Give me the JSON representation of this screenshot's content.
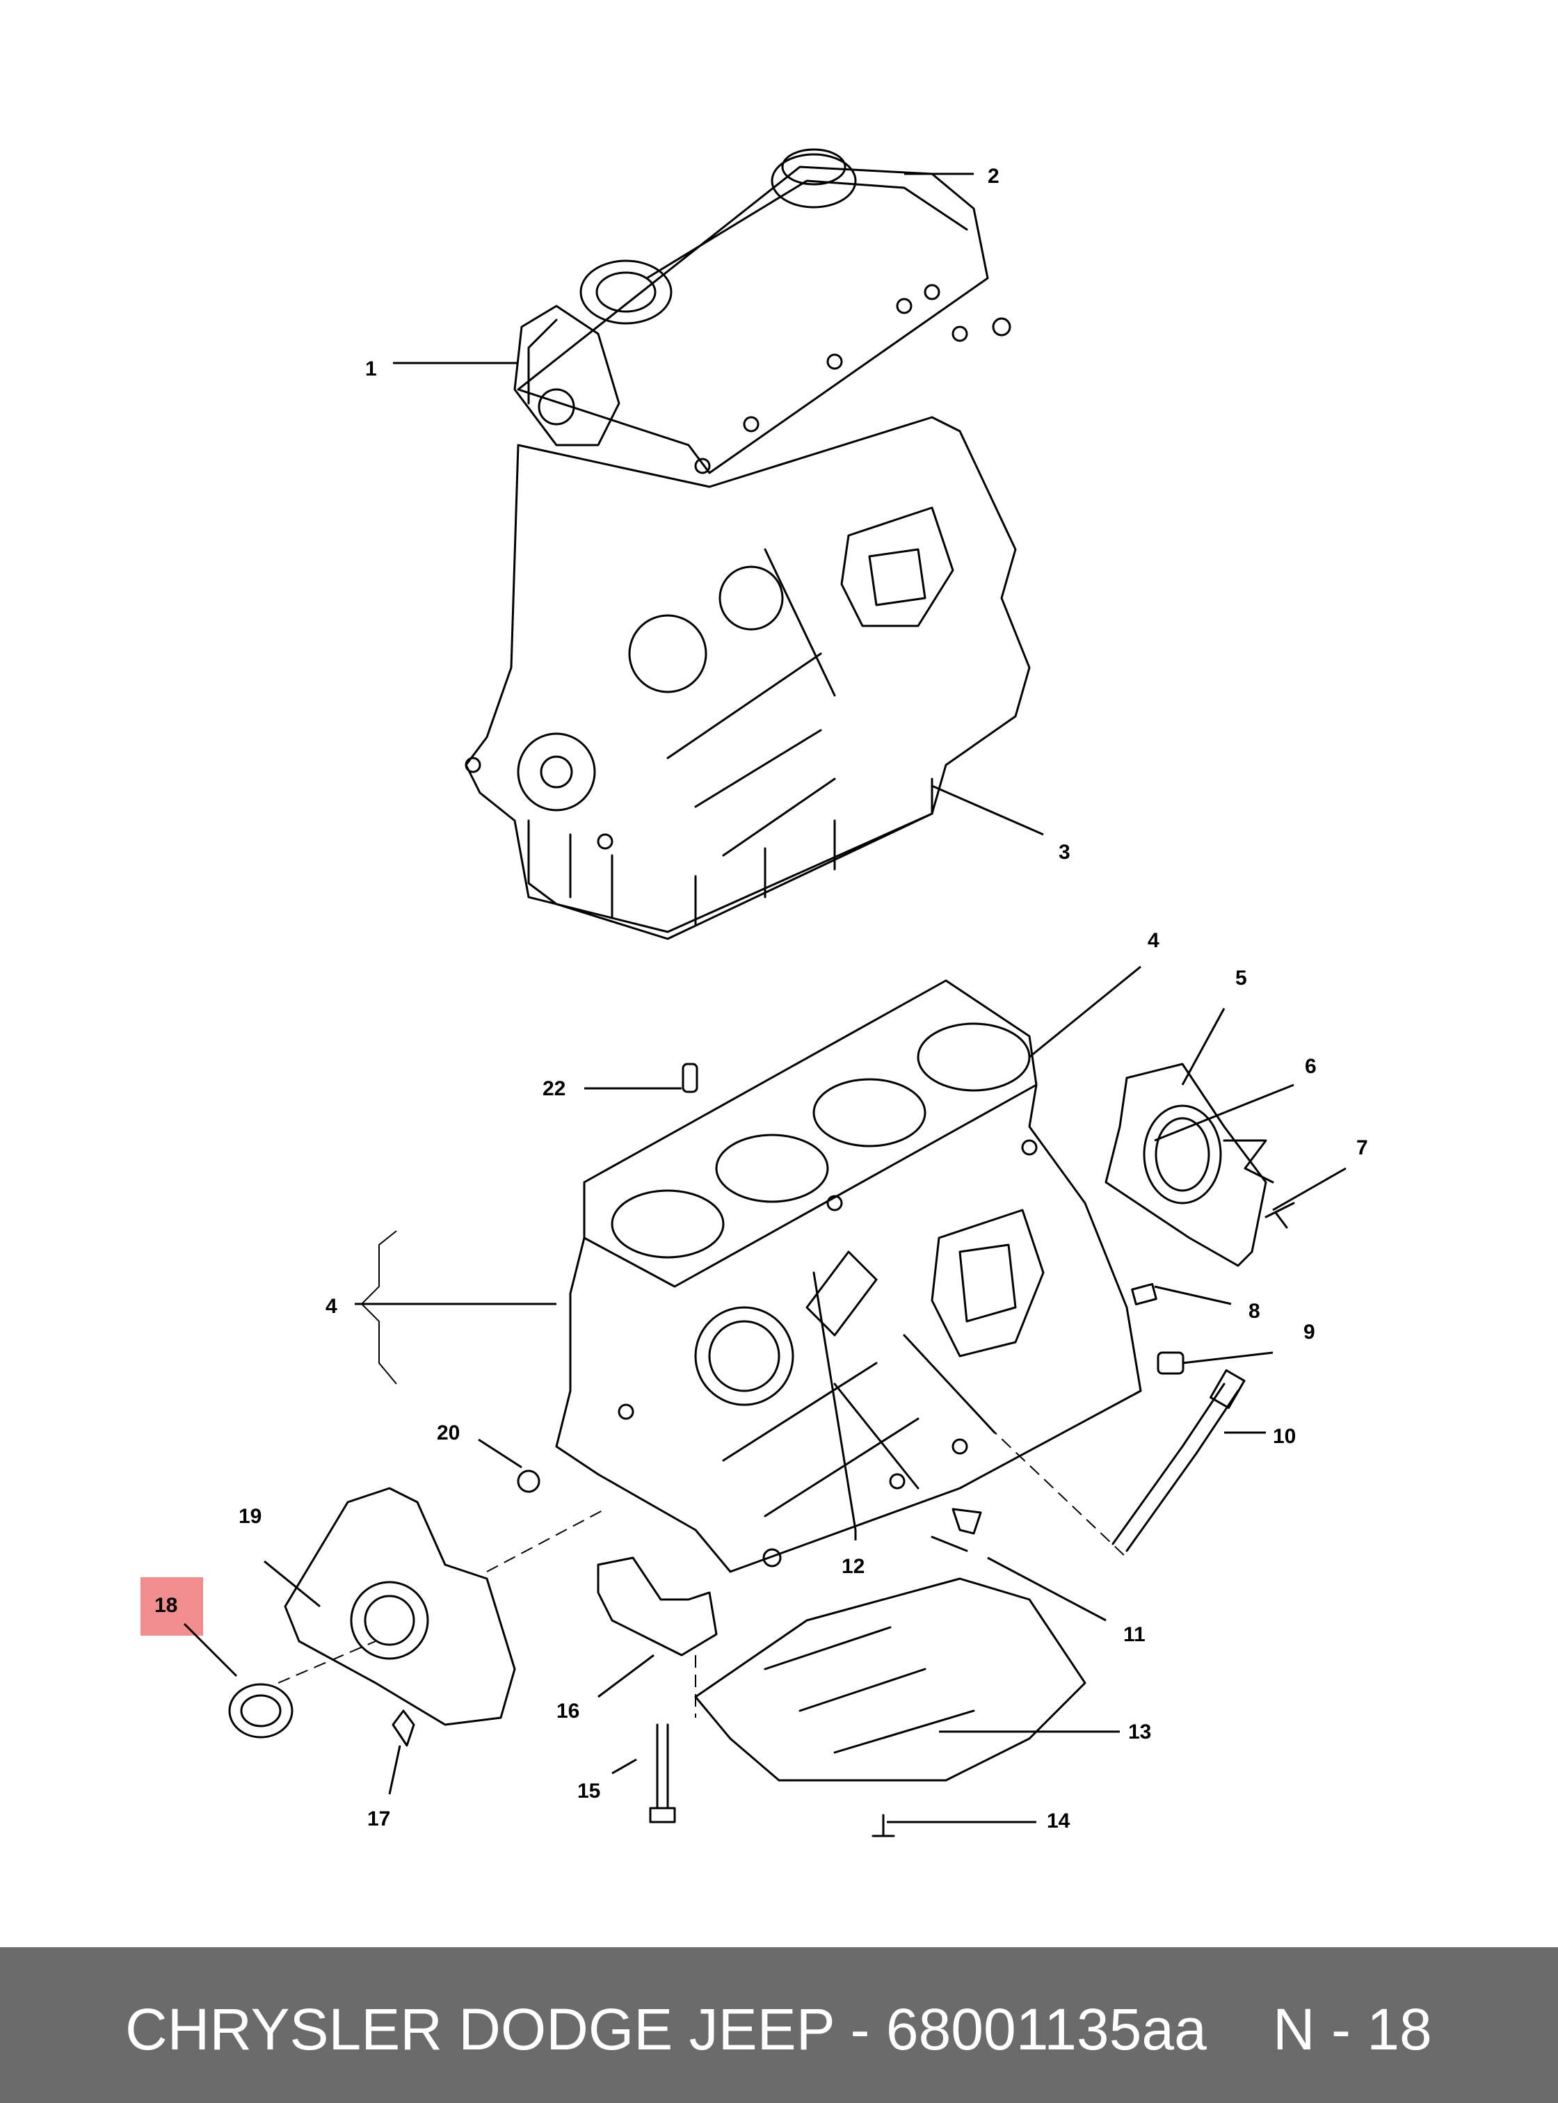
{
  "diagram": {
    "callouts": [
      "1",
      "2",
      "3",
      "4",
      "5",
      "6",
      "7",
      "8",
      "9",
      "10",
      "11",
      "12",
      "13",
      "14",
      "15",
      "16",
      "17",
      "18",
      "19",
      "20",
      "22",
      "4"
    ],
    "highlighted_callout": "18",
    "highlight_color": "#f28c8f"
  },
  "footer": {
    "title": "CHRYSLER DODGE JEEP - 68001135aa",
    "page_ref": "N - 18",
    "background": "#6b6b6b",
    "text_color": "#ffffff"
  }
}
